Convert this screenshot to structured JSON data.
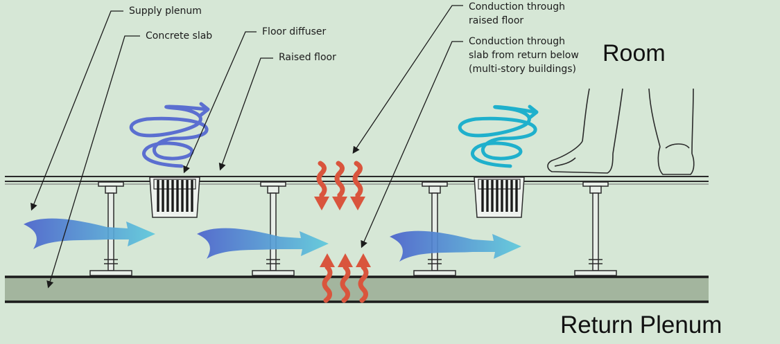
{
  "labels": {
    "supply_plenum": "Supply plenum",
    "concrete_slab": "Concrete slab",
    "floor_diffuser": "Floor diffuser",
    "raised_floor": "Raised floor",
    "conduction_floor": [
      "Conduction through",
      "raised floor"
    ],
    "conduction_slab": [
      "Conduction through",
      "slab from return below",
      "(multi-story buildings)"
    ],
    "room": "Room",
    "return_plenum": "Return Plenum"
  },
  "colors": {
    "background": "#d6e7d6",
    "slab": "#a3b59e",
    "swirl_blue": "#5b6fd0",
    "swirl_cyan": "#1fb0cc",
    "heat_arrow": "#d9553d",
    "airflow_start": "#4a62cc",
    "airflow_end": "#5ec9dc"
  }
}
